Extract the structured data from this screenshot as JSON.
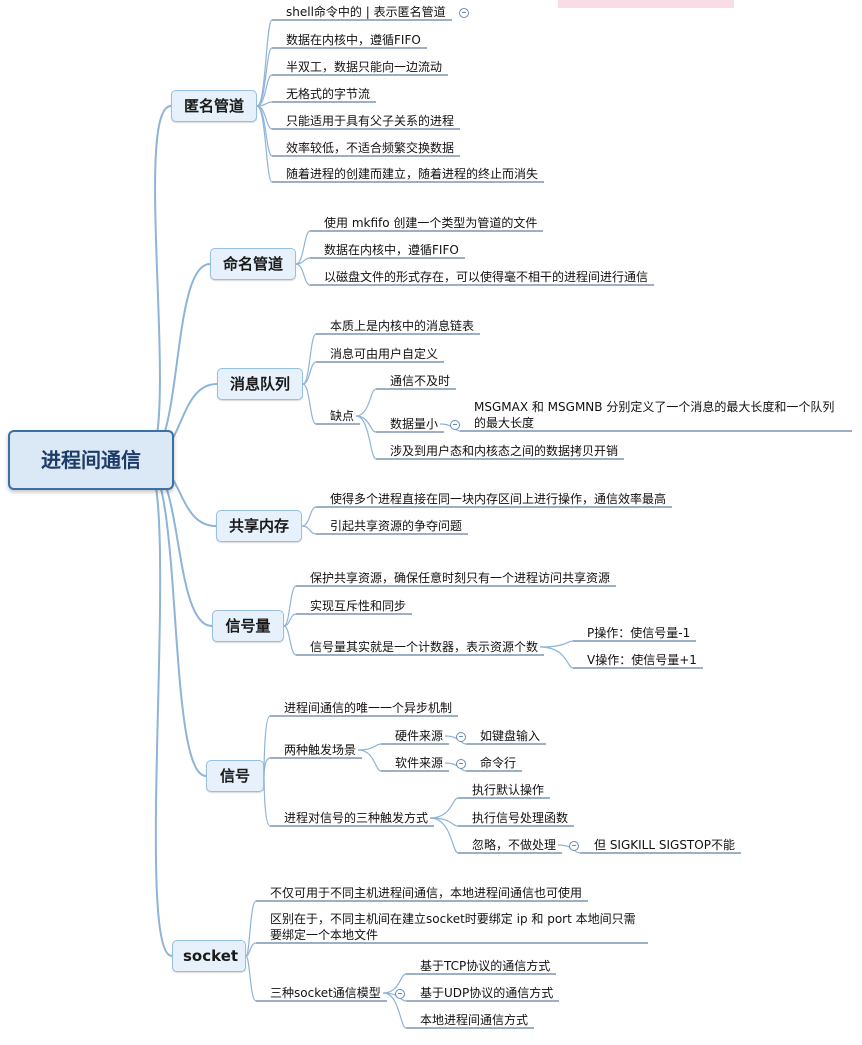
{
  "root": "进程间通信",
  "categories": {
    "anon": {
      "label": "匿名管道",
      "items": [
        "shell命令中的 | 表示匿名管道",
        "数据在内核中，遵循FIFO",
        "半双工，数据只能向一边流动",
        "无格式的字节流",
        "只能适用于具有父子关系的进程",
        "效率较低，不适合频繁交换数据",
        "随着进程的创建而建立，随着进程的终止而消失"
      ]
    },
    "named": {
      "label": "命名管道",
      "items": [
        "使用 mkfifo 创建一个类型为管道的文件",
        "数据在内核中，遵循FIFO",
        "以磁盘文件的形式存在，可以使得毫不相干的进程间进行通信"
      ]
    },
    "mq": {
      "label": "消息队列",
      "items": [
        "本质上是内核中的消息链表",
        "消息可由用户自定义"
      ],
      "drawback": {
        "label": "缺点",
        "items": [
          "通信不及时",
          "涉及到用户态和内核态之间的数据拷贝开销"
        ],
        "small": {
          "label": "数据量小",
          "detail": "MSGMAX 和 MSGMNB 分别定义了一个消息的最大长度和一个队列的最大长度"
        }
      }
    },
    "shm": {
      "label": "共享内存",
      "items": [
        "使得多个进程直接在同一块内存区间上进行操作，通信效率最高",
        "引起共享资源的争夺问题"
      ]
    },
    "sem": {
      "label": "信号量",
      "items": [
        "保护共享资源，确保任意时刻只有一个进程访问共享资源",
        "实现互斥性和同步"
      ],
      "counter": {
        "label": "信号量其实就是一个计数器，表示资源个数",
        "p": "P操作：使信号量-1",
        "v": "V操作：使信号量+1"
      }
    },
    "sig": {
      "label": "信号",
      "item1": "进程间通信的唯一一个异步机制",
      "scenes": {
        "label": "两种触发场景",
        "hw": "硬件来源",
        "hw_ex": "如键盘输入",
        "sw": "软件来源",
        "sw_ex": "命令行"
      },
      "modes": {
        "label": "进程对信号的三种触发方式",
        "a": "执行默认操作",
        "b": "执行信号处理函数",
        "c": "忽略，不做处理",
        "c_ex": "但 SIGKILL SIGSTOP不能"
      }
    },
    "socket": {
      "label": "socket",
      "item1": "不仅可用于不同主机进程间通信，本地进程间通信也可使用",
      "item2": "区别在于，不同主机间在建立socket时要绑定 ip 和 port  本地间只需要绑定一个本地文件",
      "models": {
        "label": "三种socket通信模型",
        "tcp": "基于TCP协议的通信方式",
        "udp": "基于UDP协议的通信方式",
        "local": "本地进程间通信方式"
      }
    }
  },
  "colors": {
    "line": "#8eb4d8",
    "underline": "#3b5f87",
    "rootBorder": "#3e6ea6"
  }
}
